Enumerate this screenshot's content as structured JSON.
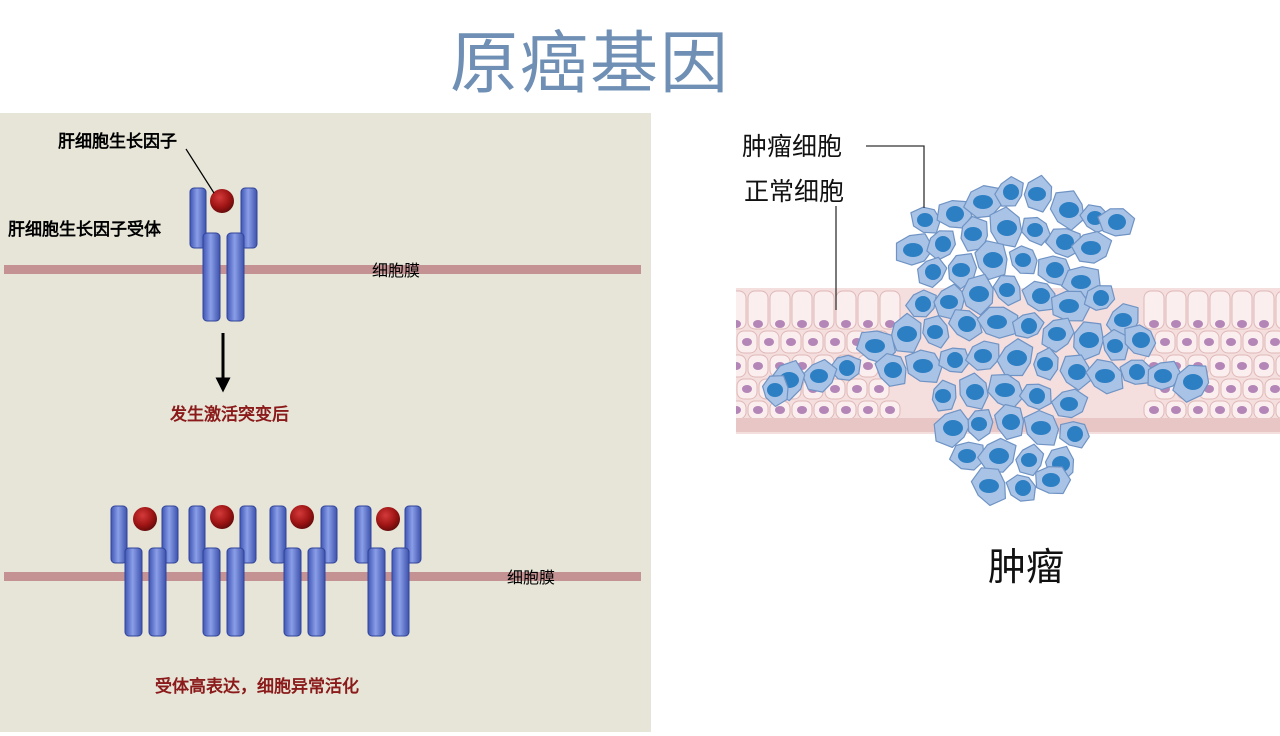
{
  "title": "原癌基因",
  "left": {
    "labels": {
      "hgf": "肝细胞生长因子",
      "receptor": "肝细胞生长因子受体",
      "membrane_top": "细胞膜",
      "mutation": "发生激活突变后",
      "membrane_bottom": "细胞膜",
      "overexpression": "受体高表达，细胞异常活化"
    }
  },
  "right": {
    "labels": {
      "tumor_cells": "肿瘤细胞",
      "normal_cells": "正常细胞",
      "caption": "肿瘤"
    }
  },
  "colors": {
    "title": "#6f8fb4",
    "membrane": "#c49292",
    "receptor": "#5d74c9",
    "ligand": "#9e1414",
    "red_text": "#8b1a1a",
    "tumor_cell": "#a9c3e6",
    "tumor_nucleus": "#2d7fc4",
    "normal_cell": "#fbeeee",
    "normal_nucleus": "#b486b8"
  }
}
